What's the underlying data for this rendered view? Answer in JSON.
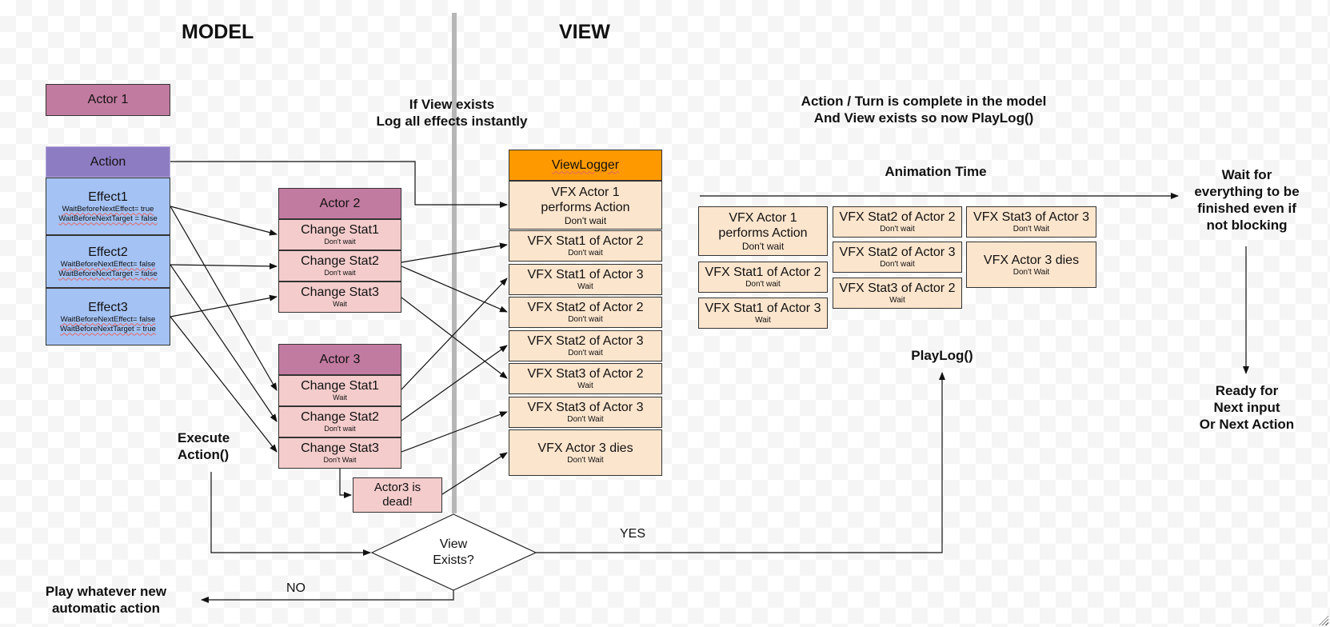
{
  "headers": {
    "model": "MODEL",
    "view": "VIEW"
  },
  "notes": {
    "log_instantly": [
      "If View exists",
      "Log all effects instantly"
    ],
    "turn_complete": [
      "Action / Turn is complete in the model",
      "And View exists so now PlayLog()"
    ],
    "animation_time": "Animation Time",
    "wait_for_everything": [
      "Wait for",
      "everything to be",
      "finished even if",
      "not blocking"
    ],
    "ready": [
      "Ready for",
      "Next input",
      "Or Next Action"
    ],
    "execute_action": [
      "Execute",
      "Action()"
    ],
    "play_log": "PlayLog()",
    "play_automatic": [
      "Play whatever new",
      "automatic action"
    ],
    "yes": "YES",
    "no": "NO"
  },
  "model": {
    "actor1": "Actor 1",
    "action": "Action",
    "effects": [
      {
        "title": "Effect1",
        "wait_effect": "WaitBeforeNextEffect= true",
        "wait_target": "WaitBeforeNextTarget = false"
      },
      {
        "title": "Effect2",
        "wait_effect": "WaitBeforeNextEffect= false",
        "wait_target": "WaitBeforeNextTarget = false"
      },
      {
        "title": "Effect3",
        "wait_effect": "WaitBeforeNextEffect= false",
        "wait_target": "WaitBeforeNextTarget = true"
      }
    ],
    "actor2": {
      "title": "Actor 2",
      "stats": [
        {
          "label": "Change Stat1",
          "wait": "Don't wait"
        },
        {
          "label": "Change Stat2",
          "wait": "Don't wait"
        },
        {
          "label": "Change Stat3",
          "wait": "Wait"
        }
      ]
    },
    "actor3": {
      "title": "Actor 3",
      "stats": [
        {
          "label": "Change Stat1",
          "wait": "Wait"
        },
        {
          "label": "Change Stat2",
          "wait": "Don't wait"
        },
        {
          "label": "Change Stat3",
          "wait": "Don't Wait"
        }
      ]
    },
    "actor3_dead": [
      "Actor3 is",
      "dead!"
    ]
  },
  "decision": {
    "label": [
      "View",
      "Exists?"
    ]
  },
  "view_logger": {
    "title": "ViewLogger",
    "entries": [
      {
        "label": [
          "VFX Actor 1",
          "performs Action"
        ],
        "wait": "Don't wait"
      },
      {
        "label": [
          "VFX Stat1 of Actor 2"
        ],
        "wait": "Don't wait"
      },
      {
        "label": [
          "VFX Stat1 of Actor 3"
        ],
        "wait": "Wait"
      },
      {
        "label": [
          "VFX Stat2 of Actor 2"
        ],
        "wait": "Don't wait"
      },
      {
        "label": [
          "VFX Stat2 of Actor 3"
        ],
        "wait": "Don't wait"
      },
      {
        "label": [
          "VFX Stat3 of Actor 2"
        ],
        "wait": "Wait"
      },
      {
        "label": [
          "VFX Stat3 of Actor 3"
        ],
        "wait": "Don't Wait"
      },
      {
        "label": [
          "VFX Actor 3 dies"
        ],
        "wait": "Don't Wait"
      }
    ]
  },
  "timeline": {
    "columns": [
      [
        {
          "label": [
            "VFX Actor 1",
            "performs Action"
          ],
          "wait": "Don't wait"
        },
        {
          "label": [
            "VFX Stat1 of Actor 2"
          ],
          "wait": "Don't wait"
        },
        {
          "label": [
            "VFX Stat1 of Actor 3"
          ],
          "wait": "Wait"
        }
      ],
      [
        {
          "label": [
            "VFX Stat2 of Actor 2"
          ],
          "wait": "Don't wait"
        },
        {
          "label": [
            "VFX Stat2 of Actor 3"
          ],
          "wait": "Don't wait"
        },
        {
          "label": [
            "VFX Stat3 of Actor 2"
          ],
          "wait": "Wait"
        }
      ],
      [
        {
          "label": [
            "VFX Stat3 of Actor 3"
          ],
          "wait": "Don't Wait"
        },
        {
          "label": [
            "VFX Actor 3 dies"
          ],
          "wait": "Don't Wait"
        }
      ]
    ]
  },
  "colors": {
    "actor": "#c27ba0",
    "action": "#8e7cc3",
    "effect": "#a4c2f4",
    "stat": "#f4cccc",
    "view_logger": "#ff9900",
    "vfx": "#fce5cd",
    "divider": "#b7b7b7"
  }
}
